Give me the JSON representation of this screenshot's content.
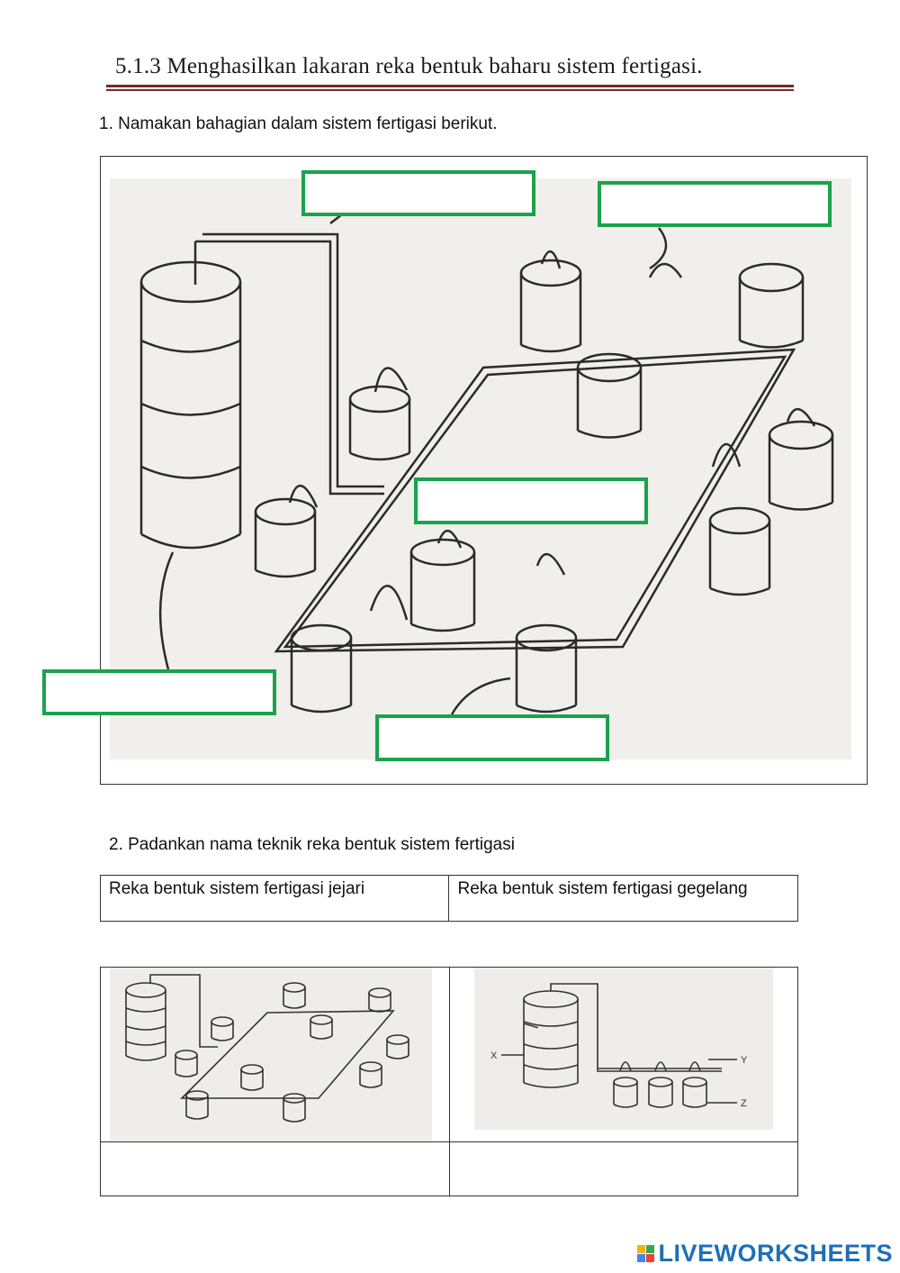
{
  "header": {
    "title": "5.1.3   Menghasilkan lakaran reka bentuk baharu sistem fertigasi."
  },
  "question1": {
    "text": "1. Namakan bahagian dalam sistem fertigasi berikut."
  },
  "question2": {
    "text": "2. Padankan nama teknik reka bentuk sistem fertigasi"
  },
  "match_table": {
    "headers": [
      "Reka bentuk sistem fertigasi jejari",
      "Reka bentuk sistem fertigasi gegelang"
    ]
  },
  "diagram_small_labels": {
    "x": "X",
    "y": "Y",
    "z": "Z"
  },
  "branding": {
    "logo_text": "LIVEWORKSHEETS",
    "logo_color": "#1e6fb8"
  },
  "colors": {
    "answer_box_border": "#1aa34a",
    "title_rule": "#7a2a2a"
  }
}
